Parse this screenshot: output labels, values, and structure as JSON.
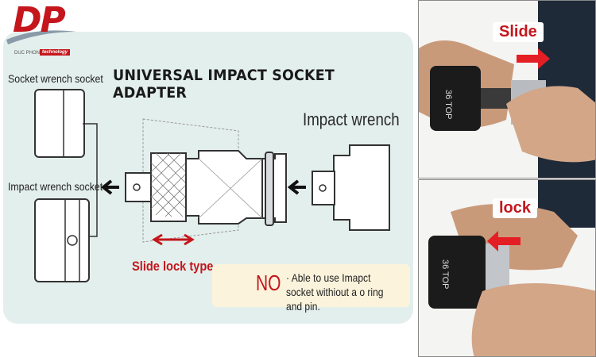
{
  "logo": {
    "mark": "DP",
    "company": "DUC PHONG",
    "tagline": "technology"
  },
  "diagram": {
    "title": "UNIVERSAL IMPACT SOCKET ADAPTER",
    "label_socket_wrench_socket": "Socket wrench socket",
    "label_impact_wrench_socket": "Impact wrench socket",
    "label_impact_wrench": "Impact wrench",
    "label_slide_lock_type": "Slide lock type",
    "note_no": "NO",
    "note_text": "· Able to use Imapct socket withiout a o ring and pin."
  },
  "photos": {
    "top_label": "Slide",
    "bottom_label": "lock",
    "socket_marking_top": "36 TOP",
    "socket_marking_bottom": "36 TOP"
  },
  "colors": {
    "accent_red": "#c4161c",
    "diagram_background": "#e3efec",
    "note_background": "#fbf3dc"
  }
}
